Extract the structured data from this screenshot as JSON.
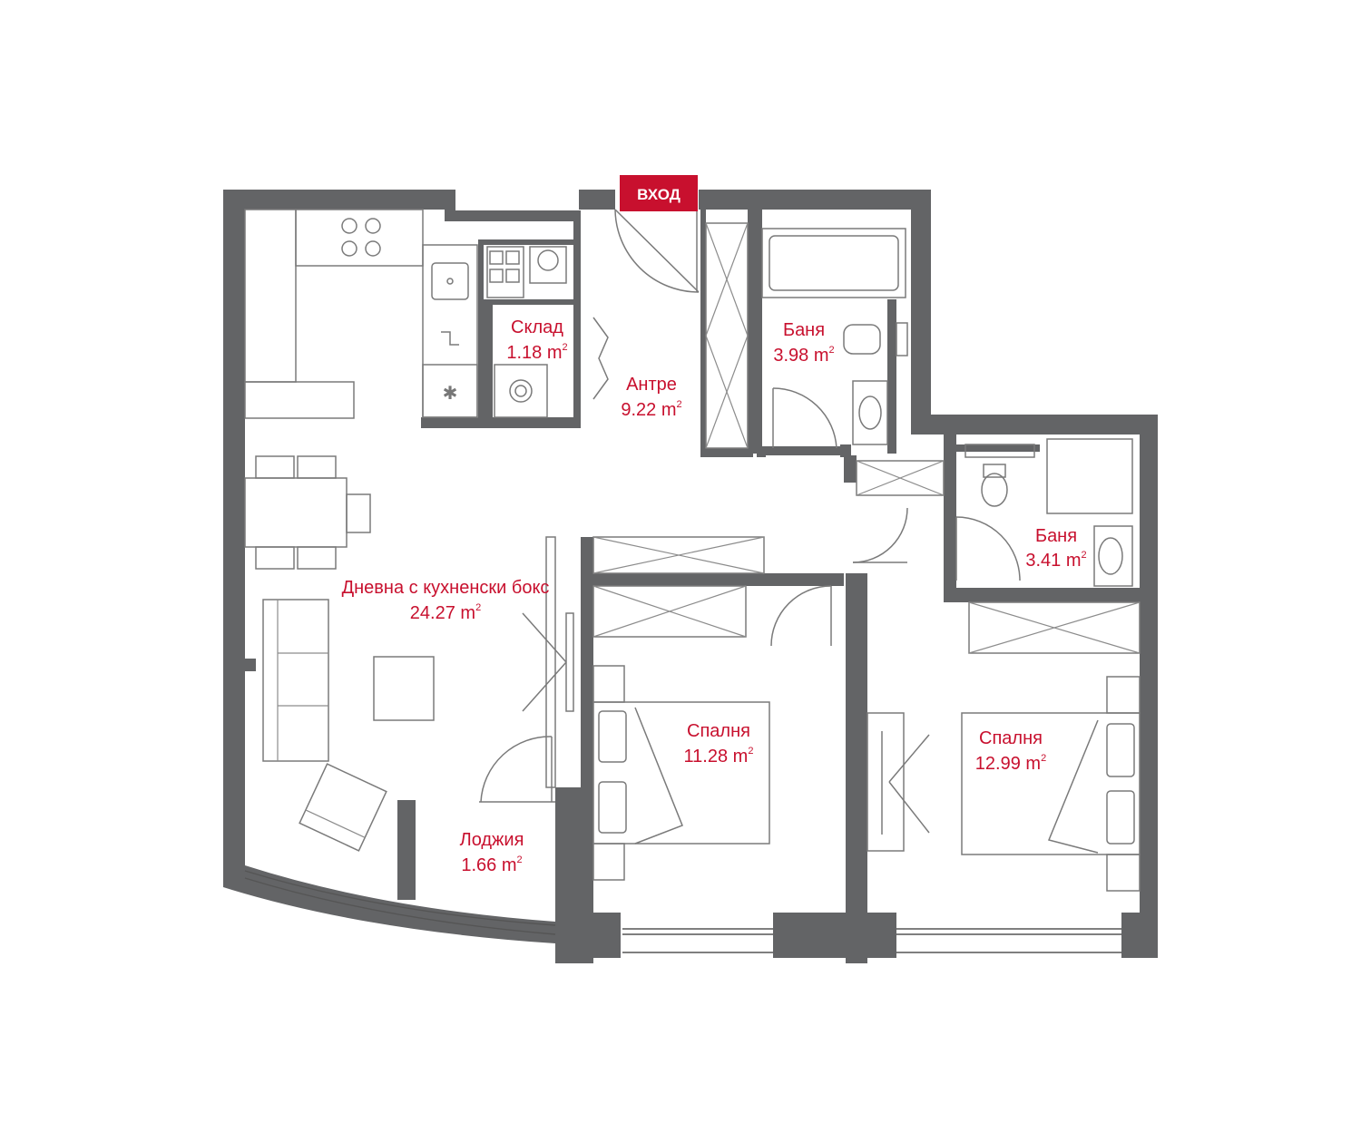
{
  "entrance": {
    "label": "ВХОД"
  },
  "unit": "m",
  "rooms": {
    "storage": {
      "name": "Склад",
      "area": "1.18"
    },
    "hall": {
      "name": "Антре",
      "area": "9.22"
    },
    "bath1": {
      "name": "Баня",
      "area": "3.98"
    },
    "bath2": {
      "name": "Баня",
      "area": "3.41"
    },
    "living": {
      "name": "Дневна с кухненски бокс",
      "area": "24.27"
    },
    "bedroom1": {
      "name": "Спалня",
      "area": "11.28"
    },
    "bedroom2": {
      "name": "Спалня",
      "area": "12.99"
    },
    "loggia": {
      "name": "Лоджия",
      "area": "1.66"
    }
  },
  "colors": {
    "wall": "#636466",
    "accent": "#c8102e"
  }
}
